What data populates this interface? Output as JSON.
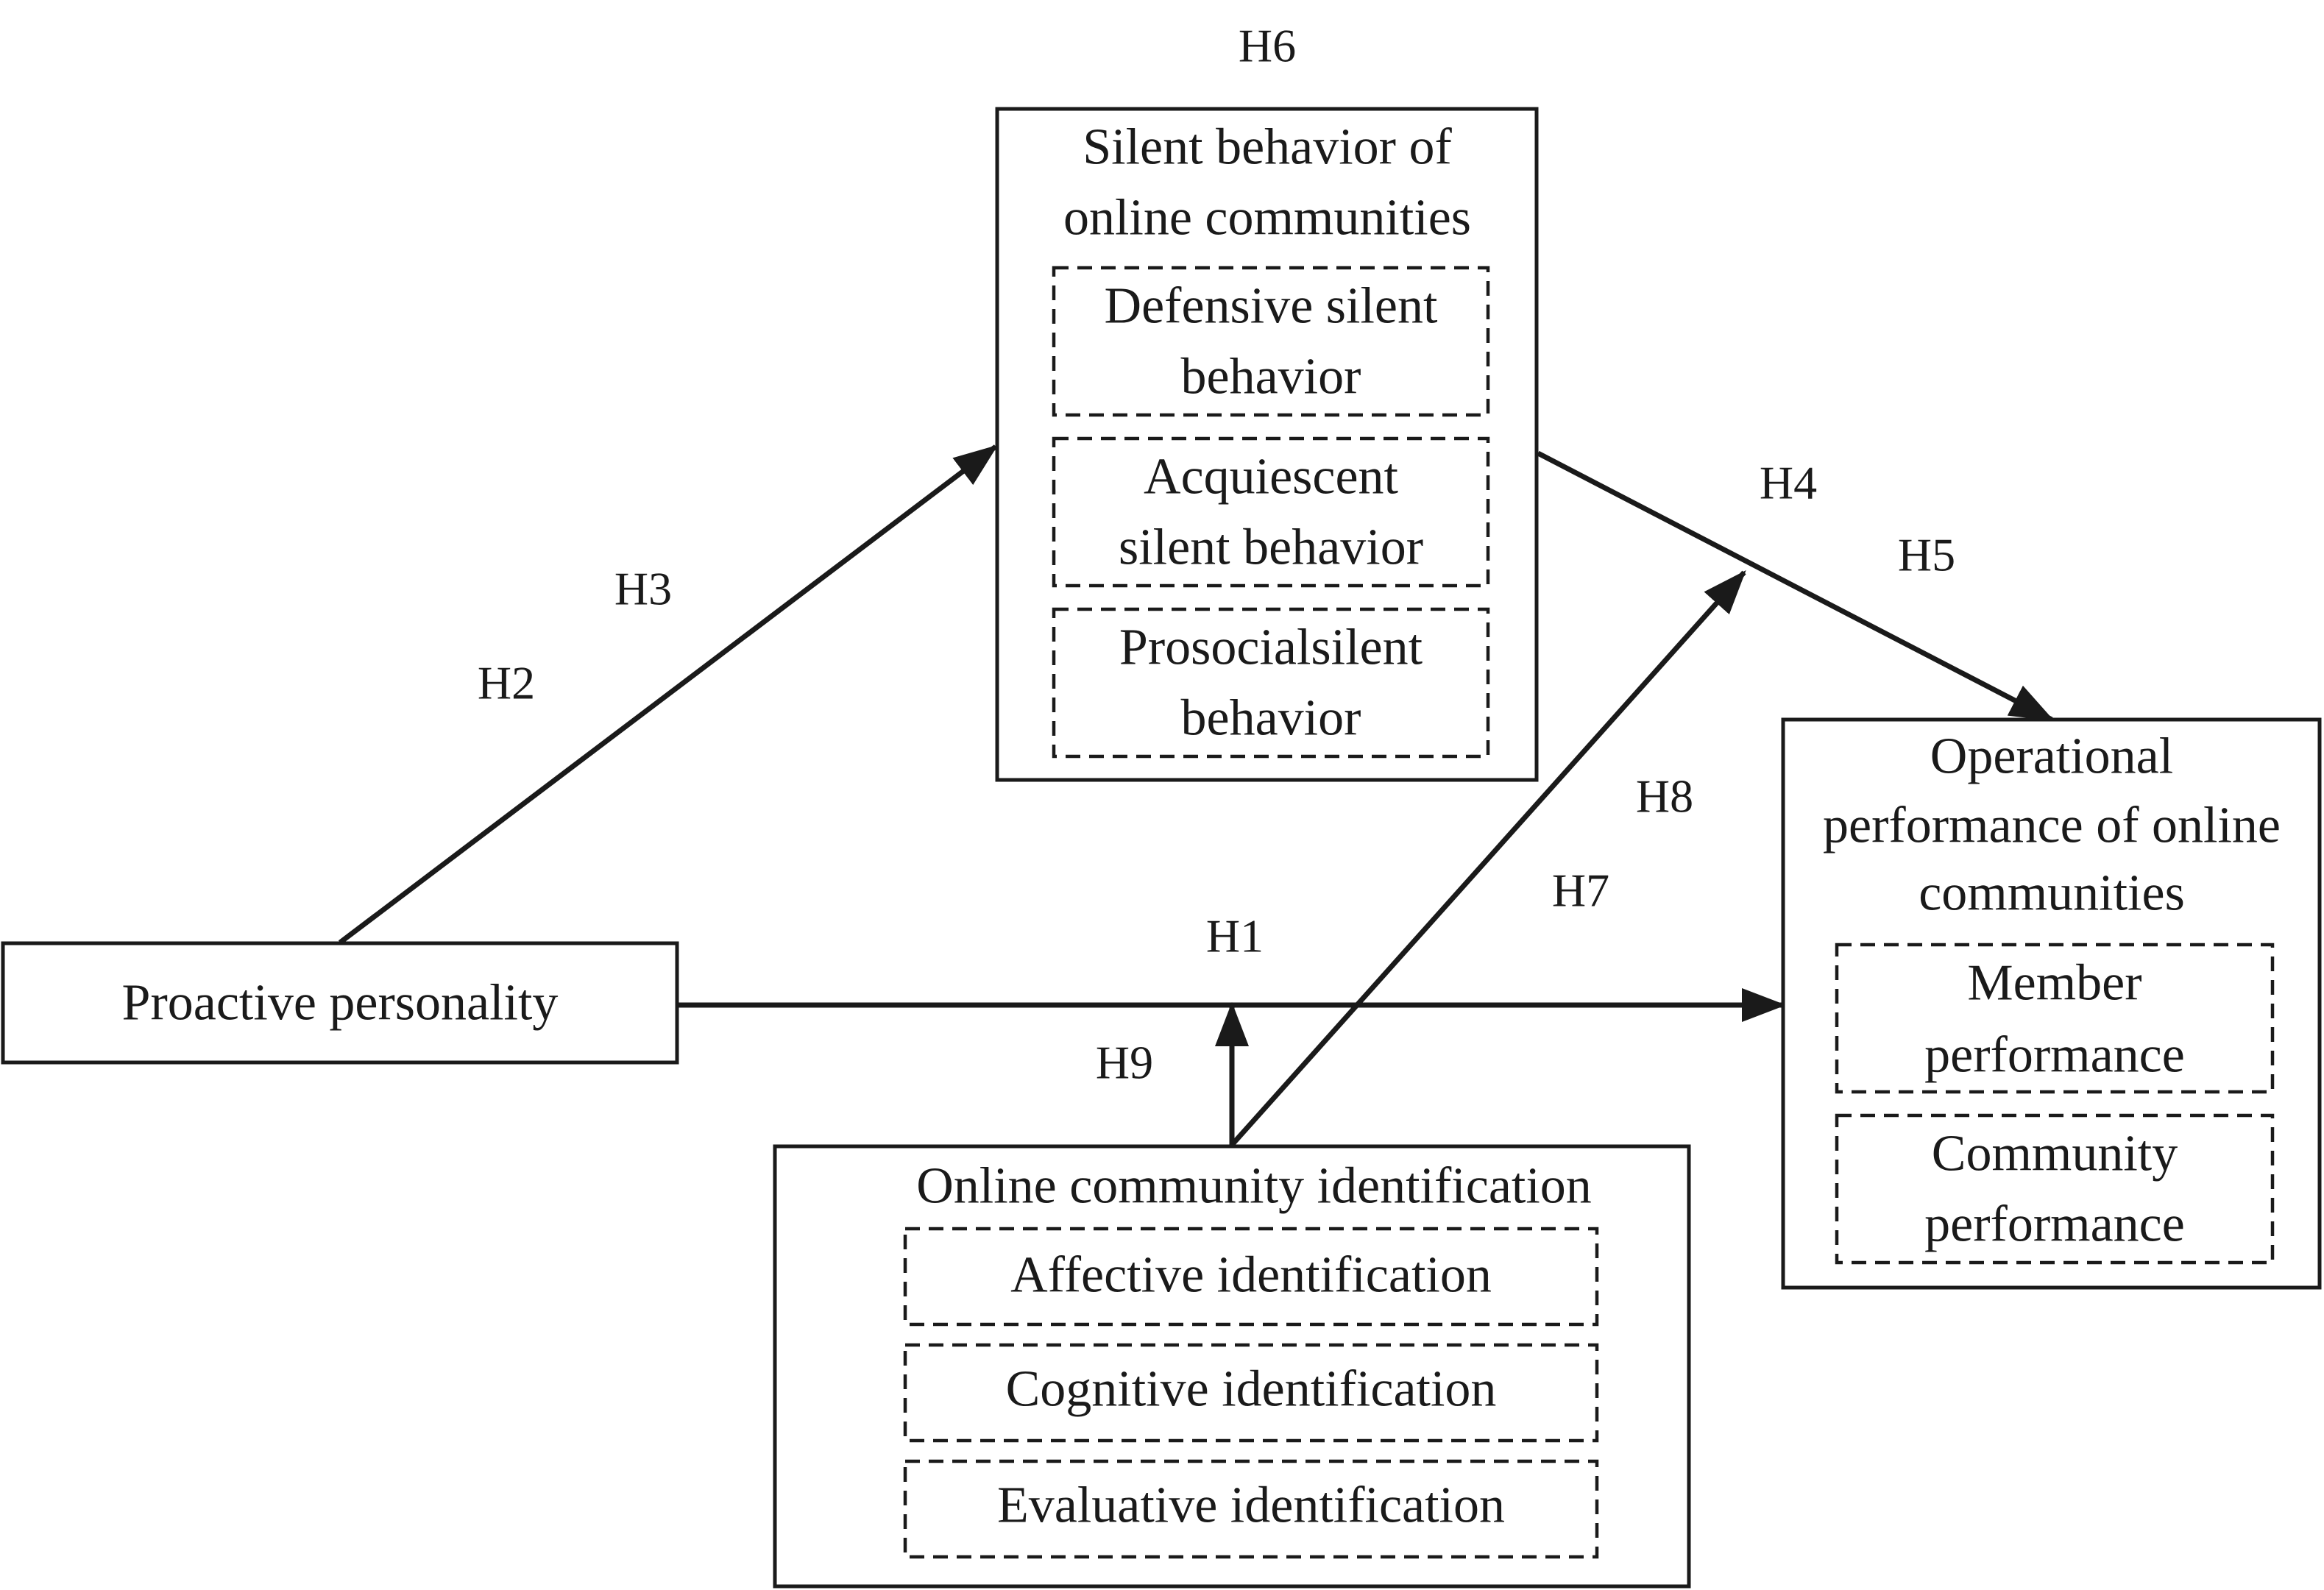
{
  "nodes": {
    "proactive": {
      "label": "Proactive personality"
    },
    "silent": {
      "title_line1": "Silent behavior of",
      "title_line2": "online communities",
      "items": [
        {
          "line1": "Defensive silent",
          "line2": "behavior"
        },
        {
          "line1": "Acquiescent",
          "line2": "silent behavior"
        },
        {
          "line1": "Prosocialsilent",
          "line2": "behavior"
        }
      ]
    },
    "operational": {
      "title_line1": "Operational",
      "title_line2": "performance of online",
      "title_line3": "communities",
      "items": [
        {
          "line1": "Member",
          "line2": "performance"
        },
        {
          "line1": "Community",
          "line2": "performance"
        }
      ]
    },
    "identification": {
      "title": "Online community identification",
      "items": [
        {
          "label": "Affective identification"
        },
        {
          "label": "Cognitive identification"
        },
        {
          "label": "Evaluative identification"
        }
      ]
    }
  },
  "hypotheses": {
    "h1": "H1",
    "h2": "H2",
    "h3": "H3",
    "h4": "H4",
    "h5": "H5",
    "h6": "H6",
    "h7": "H7",
    "h8": "H8",
    "h9": "H9"
  },
  "colors": {
    "stroke": "#1a1a1a",
    "background": "#ffffff"
  }
}
